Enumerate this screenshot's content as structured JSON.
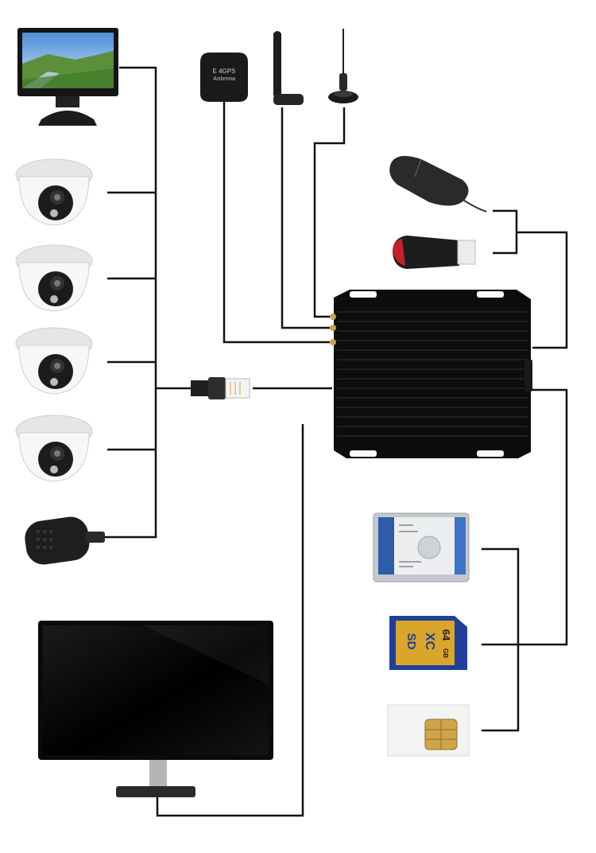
{
  "gps_antenna": {
    "text_line1": "E 4GPS",
    "text_line2": "Antenna"
  },
  "sd_card": {
    "brand": "SD",
    "type": "XC",
    "capacity": "64",
    "unit": "GB"
  },
  "components": [
    {
      "id": "lcd-monitor",
      "icon": "small-lcd-monitor-icon"
    },
    {
      "id": "dome-camera-1",
      "icon": "dome-camera-icon"
    },
    {
      "id": "dome-camera-2",
      "icon": "dome-camera-icon"
    },
    {
      "id": "dome-camera-3",
      "icon": "dome-camera-icon"
    },
    {
      "id": "dome-camera-4",
      "icon": "dome-camera-icon"
    },
    {
      "id": "microphone",
      "icon": "handheld-microphone-icon"
    },
    {
      "id": "gps-antenna",
      "icon": "gps-antenna-icon"
    },
    {
      "id": "wifi-antenna",
      "icon": "wifi-antenna-icon"
    },
    {
      "id": "4g-antenna",
      "icon": "magnetic-antenna-icon"
    },
    {
      "id": "mouse",
      "icon": "mouse-icon"
    },
    {
      "id": "usb-drive",
      "icon": "usb-drive-icon"
    },
    {
      "id": "ethernet-connector",
      "icon": "rj45-connector-icon"
    },
    {
      "id": "mdvr-unit",
      "icon": "mdvr-box-icon"
    },
    {
      "id": "hard-disk",
      "icon": "hard-disk-icon"
    },
    {
      "id": "sd-card",
      "icon": "sd-card-icon"
    },
    {
      "id": "sim-card",
      "icon": "sim-card-icon"
    },
    {
      "id": "desktop-monitor",
      "icon": "desktop-monitor-icon"
    }
  ],
  "colors": {
    "wire": "#111111",
    "device": "#0d0d0d",
    "camera": "#f2f2f2",
    "sd_blue": "#1f3f9a",
    "sd_gold": "#d9a52a"
  }
}
